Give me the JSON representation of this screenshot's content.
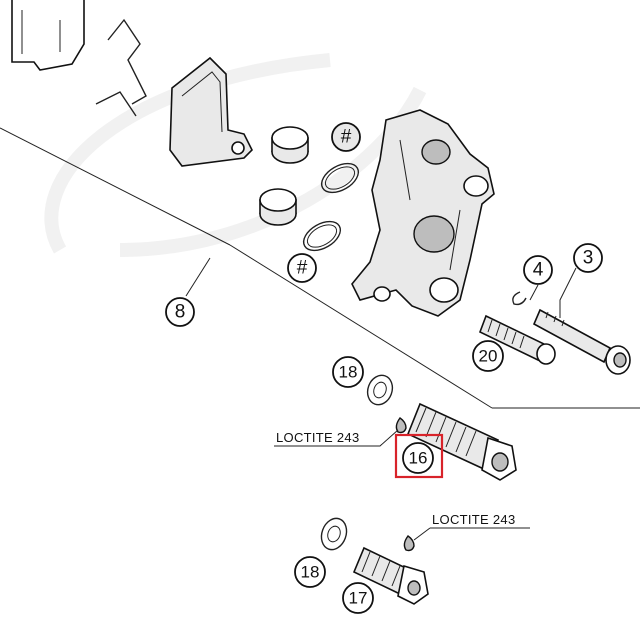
{
  "callouts": {
    "hash_top": "#",
    "hash_bottom": "#",
    "c8": "8",
    "c4": "4",
    "c3": "3",
    "c20": "20",
    "c18_top": "18",
    "c16": "16",
    "c18_bottom": "18",
    "c17": "17"
  },
  "notes": {
    "loctite_upper": "LOCTITE 243",
    "loctite_lower": "LOCTITE 243"
  },
  "highlight": {
    "target": "16",
    "color": "#d8232a"
  }
}
